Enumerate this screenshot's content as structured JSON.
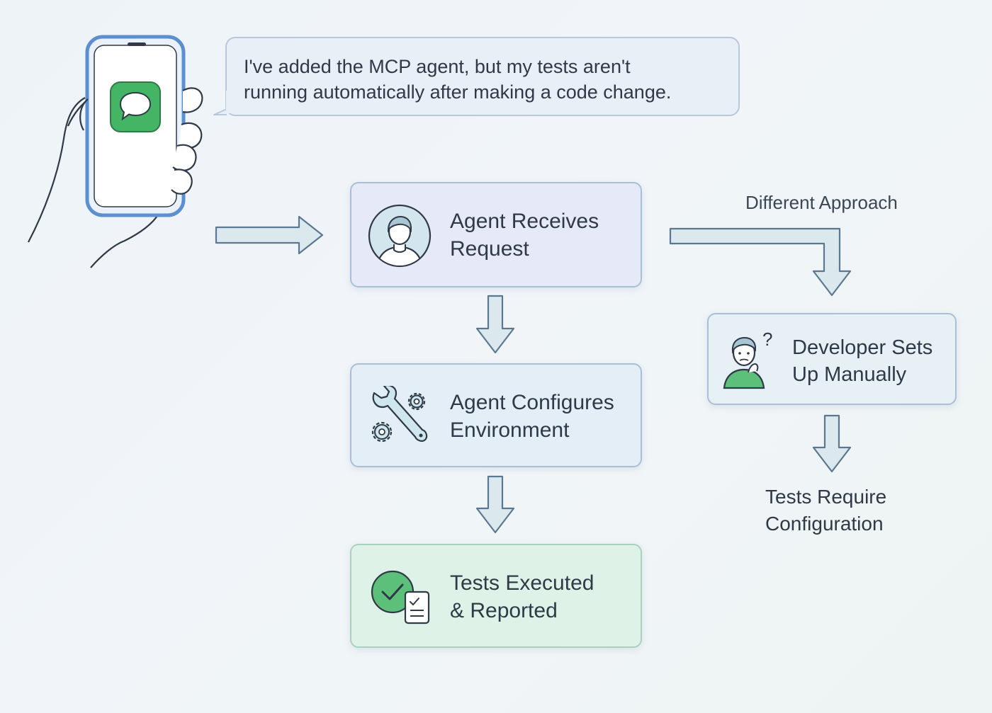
{
  "message": {
    "line1": "I've added the MCP agent, but my tests aren't",
    "line2": "running automatically after making a code change."
  },
  "steps": {
    "receive": {
      "line1": "Agent Receives",
      "line2": "Request"
    },
    "configure": {
      "line1": "Agent Configures",
      "line2": "Environment"
    },
    "executed": {
      "line1": "Tests Executed",
      "line2": "& Reported"
    }
  },
  "alternative": {
    "label": "Different Approach",
    "manual": {
      "line1": "Developer Sets",
      "line2": "Up Manually"
    },
    "result": {
      "line1": "Tests Require",
      "line2": "Configuration"
    }
  },
  "icons": {
    "phone": "phone-in-hand-icon",
    "message": "chat-bubble-icon",
    "receive": "user-avatar-icon",
    "configure": "wrench-gears-icon",
    "executed": "check-clipboard-icon",
    "manual": "confused-person-icon"
  },
  "colors": {
    "arrow_fill": "#dbe9ef",
    "arrow_stroke": "#5b7890",
    "accent_green": "#5cc07a",
    "phone_frame": "#5b8fd0"
  }
}
